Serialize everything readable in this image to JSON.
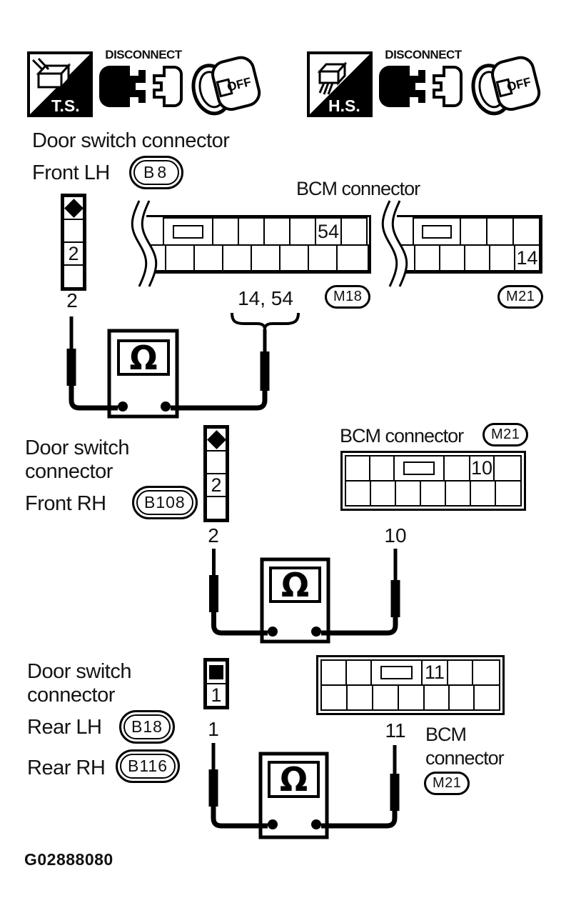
{
  "icons": {
    "ts_label": "T.S.",
    "hs_label": "H.S.",
    "disconnect_label": "DISCONNECT",
    "key_off_label": "OFF"
  },
  "meter_symbol": "Ω",
  "figure_id": "G02888080",
  "section_front_lh": {
    "title": "Door switch connector",
    "connector_name": "Front LH",
    "connector_code": "B8",
    "bcm_title": "BCM connector",
    "bcm_code_1": "M18",
    "bcm_code_2": "M21",
    "switch_pin": "2",
    "bcm_pins": "14, 54"
  },
  "section_front_rh": {
    "title_line1": "Door switch",
    "title_line2": "connector",
    "connector_name": "Front RH",
    "connector_code": "B108",
    "bcm_title": "BCM connector",
    "bcm_code": "M21",
    "switch_pin": "2",
    "bcm_pin": "10"
  },
  "section_rear": {
    "title_line1": "Door switch",
    "title_line2": "connector",
    "connector_name_1": "Rear LH",
    "connector_code_1": "B18",
    "connector_name_2": "Rear RH",
    "connector_code_2": "B116",
    "bcm_title_line1": "BCM",
    "bcm_title_line2": "connector",
    "bcm_code": "M21",
    "switch_pin": "1",
    "bcm_pin": "11"
  },
  "grids": {
    "m18": {
      "no_left": true,
      "rows": [
        {
          "inset": 23,
          "h": 40,
          "cells": [
            {
              "slot": true,
              "w": 71
            },
            {
              "w": 38
            },
            {
              "w": 38
            },
            {
              "w": 38
            },
            {
              "w": 38
            },
            {
              "w": 38,
              "label": "54"
            },
            {
              "w": 38
            }
          ]
        },
        {
          "h": 38,
          "cells": [
            {
              "w": 28
            },
            {
              "w": 42
            },
            {
              "w": 42
            },
            {
              "w": 42
            },
            {
              "w": 42
            },
            {
              "w": 42
            },
            {
              "w": 42
            },
            {
              "w": 46
            }
          ]
        }
      ]
    },
    "m21_top": {
      "no_left": true,
      "rows": [
        {
          "inset": 22,
          "h": 40,
          "cells": [
            {
              "slot": true,
              "w": 68
            },
            {
              "w": 39
            },
            {
              "w": 39
            },
            {
              "w": 39
            }
          ]
        },
        {
          "h": 38,
          "cells": [
            {
              "w": 26
            },
            {
              "w": 37
            },
            {
              "w": 37
            },
            {
              "w": 37
            },
            {
              "w": 37
            },
            {
              "w": 37,
              "label": "14"
            }
          ]
        }
      ]
    },
    "m21_mid": {
      "pad": 3,
      "rows": [
        {
          "h": 37,
          "cells": [
            {
              "w": 36
            },
            {
              "w": 36
            },
            {
              "slot": true,
              "w": 72
            },
            {
              "w": 38
            },
            {
              "w": 36,
              "label": "10"
            },
            {
              "w": 40
            }
          ]
        },
        {
          "h": 37,
          "cells": [
            {
              "w": 37
            },
            {
              "w": 37
            },
            {
              "w": 37
            },
            {
              "w": 37
            },
            {
              "w": 37
            },
            {
              "w": 37
            },
            {
              "w": 38
            }
          ]
        }
      ]
    },
    "m21_bottom": {
      "pad": 3,
      "rows": [
        {
          "h": 37,
          "cells": [
            {
              "w": 37
            },
            {
              "w": 37
            },
            {
              "slot": true,
              "w": 73
            },
            {
              "w": 38,
              "label": "11"
            },
            {
              "w": 37
            },
            {
              "w": 40
            }
          ]
        },
        {
          "h": 37,
          "cells": [
            {
              "w": 38
            },
            {
              "w": 38
            },
            {
              "w": 38
            },
            {
              "w": 38
            },
            {
              "w": 37
            },
            {
              "w": 37
            },
            {
              "w": 38
            }
          ]
        }
      ]
    },
    "front_lh_strip": {
      "rows": [
        {
          "h": 34,
          "cells": [
            {
              "glyph": "diamond",
              "w": 30
            }
          ]
        },
        {
          "h": 34,
          "cells": [
            {
              "w": 30
            }
          ]
        },
        {
          "h": 34,
          "cells": [
            {
              "w": 30,
              "label": "2"
            }
          ]
        },
        {
          "h": 34,
          "cells": [
            {
              "w": 30
            }
          ]
        }
      ]
    },
    "front_rh_strip": {
      "rows": [
        {
          "h": 34,
          "cells": [
            {
              "glyph": "diamond",
              "w": 30
            }
          ]
        },
        {
          "h": 34,
          "cells": [
            {
              "w": 30
            }
          ]
        },
        {
          "h": 34,
          "cells": [
            {
              "w": 30,
              "label": "2"
            }
          ]
        },
        {
          "h": 34,
          "cells": [
            {
              "w": 30
            }
          ]
        }
      ]
    },
    "rear_strip": {
      "rows": [
        {
          "h": 34,
          "cells": [
            {
              "glyph": "square",
              "w": 30
            }
          ]
        },
        {
          "h": 34,
          "cells": [
            {
              "w": 30,
              "label": "1"
            }
          ]
        }
      ]
    }
  }
}
